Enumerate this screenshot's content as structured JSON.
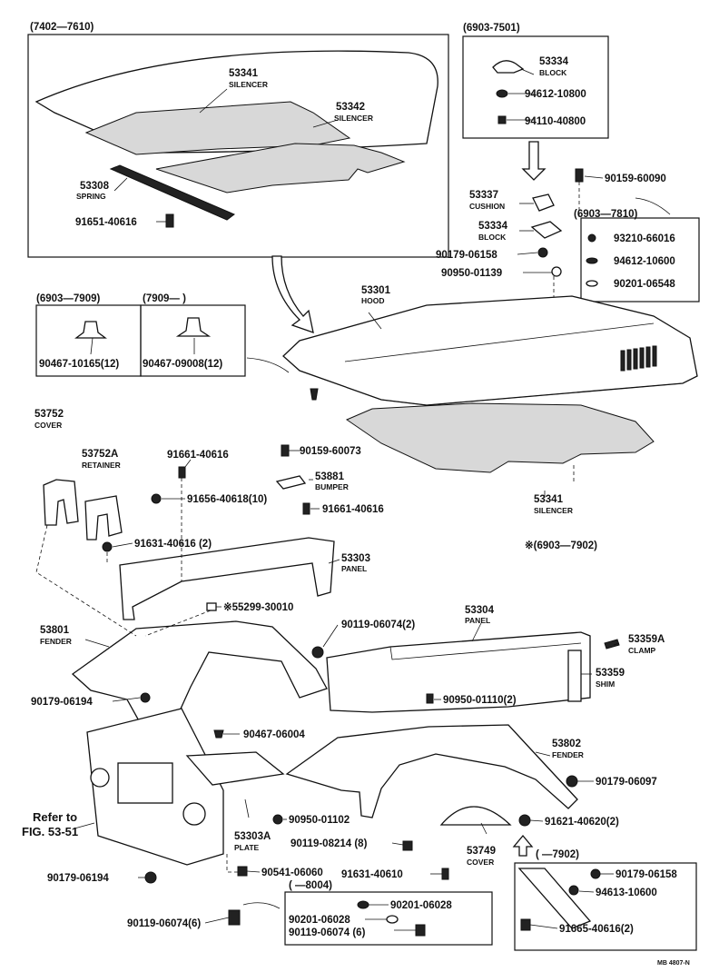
{
  "callouts": [
    {
      "id": "c53341a",
      "pn": "53341",
      "name": "SILENCER"
    },
    {
      "id": "c53342",
      "pn": "53342",
      "name": "SILENCER"
    },
    {
      "id": "c53308",
      "pn": "53308",
      "name": "SPRING"
    },
    {
      "id": "c9165140616",
      "pn": "91651-40616",
      "name": ""
    },
    {
      "id": "c53334a",
      "pn": "53334",
      "name": "BLOCK"
    },
    {
      "id": "c9461210800",
      "pn": "94612-10800",
      "name": ""
    },
    {
      "id": "c9411040800",
      "pn": "94110-40800",
      "name": ""
    },
    {
      "id": "c9015960090",
      "pn": "90159-60090",
      "name": ""
    },
    {
      "id": "c53337",
      "pn": "53337",
      "name": "CUSHION"
    },
    {
      "id": "c53334b",
      "pn": "53334",
      "name": "BLOCK"
    },
    {
      "id": "c9321066016",
      "pn": "93210-66016",
      "name": ""
    },
    {
      "id": "c9017906158a",
      "pn": "90179-06158",
      "name": ""
    },
    {
      "id": "c9461210600",
      "pn": "94612-10600",
      "name": ""
    },
    {
      "id": "c9095001139",
      "pn": "90950-01139",
      "name": ""
    },
    {
      "id": "c9020106548",
      "pn": "90201-06548",
      "name": ""
    },
    {
      "id": "c53301",
      "pn": "53301",
      "name": "HOOD"
    },
    {
      "id": "c9046710165",
      "pn": "90467-10165(12)",
      "name": ""
    },
    {
      "id": "c9046709008",
      "pn": "90467-09008(12)",
      "name": ""
    },
    {
      "id": "c53752",
      "pn": "53752",
      "name": "COVER"
    },
    {
      "id": "c53752a",
      "pn": "53752A",
      "name": "RETAINER"
    },
    {
      "id": "c9166140616a",
      "pn": "91661-40616",
      "name": ""
    },
    {
      "id": "c9015960073",
      "pn": "90159-60073",
      "name": ""
    },
    {
      "id": "c53881",
      "pn": "53881",
      "name": "BUMPER"
    },
    {
      "id": "c9165640618",
      "pn": "91656-40618(10)",
      "name": ""
    },
    {
      "id": "c9166140616b",
      "pn": "91661-40616",
      "name": ""
    },
    {
      "id": "c53341b",
      "pn": "53341",
      "name": "SILENCER"
    },
    {
      "id": "c9163140616",
      "pn": "91631-40616 (2)",
      "name": ""
    },
    {
      "id": "c53303",
      "pn": "53303",
      "name": "PANEL"
    },
    {
      "id": "c5529930010",
      "pn": "※55299-30010",
      "name": ""
    },
    {
      "id": "c53304",
      "pn": "53304",
      "name": "PANEL"
    },
    {
      "id": "c53801",
      "pn": "53801",
      "name": "FENDER"
    },
    {
      "id": "c9011906074a",
      "pn": "90119-06074(2)",
      "name": ""
    },
    {
      "id": "c53359a",
      "pn": "53359A",
      "name": "CLAMP"
    },
    {
      "id": "c53359",
      "pn": "53359",
      "name": "SHIM"
    },
    {
      "id": "c9017906194a",
      "pn": "90179-06194",
      "name": ""
    },
    {
      "id": "c9095001110",
      "pn": "90950-01110(2)",
      "name": ""
    },
    {
      "id": "c9046706004",
      "pn": "90467-06004",
      "name": ""
    },
    {
      "id": "c53802",
      "pn": "53802",
      "name": "FENDER"
    },
    {
      "id": "c9017906097",
      "pn": "90179-06097",
      "name": ""
    },
    {
      "id": "c9095001102",
      "pn": "90950-01102",
      "name": ""
    },
    {
      "id": "c53303a",
      "pn": "53303A",
      "name": "PLATE"
    },
    {
      "id": "c9011908214",
      "pn": "90119-08214 (8)",
      "name": ""
    },
    {
      "id": "c53749",
      "pn": "53749",
      "name": "COVER"
    },
    {
      "id": "c9162140620",
      "pn": "91621-40620(2)",
      "name": ""
    },
    {
      "id": "c9017906194b",
      "pn": "90179-06194",
      "name": ""
    },
    {
      "id": "c9054106060",
      "pn": "90541-06060",
      "name": ""
    },
    {
      "id": "c9163140610",
      "pn": "91631-40610",
      "name": ""
    },
    {
      "id": "c9020106028a",
      "pn": "90201-06028",
      "name": ""
    },
    {
      "id": "c9020106028b",
      "pn": "90201-06028",
      "name": ""
    },
    {
      "id": "c9011906074b",
      "pn": "90119-06074(6)",
      "name": ""
    },
    {
      "id": "c9011906074c",
      "pn": "90119-06074 (6)",
      "name": ""
    },
    {
      "id": "c9017906158b",
      "pn": "90179-06158",
      "name": ""
    },
    {
      "id": "c9461310600",
      "pn": "94613-10600",
      "name": ""
    },
    {
      "id": "c9166540616",
      "pn": "91665-40616(2)",
      "name": ""
    }
  ],
  "ranges": {
    "r1": "(7402—7610)",
    "r2": "(6903-7501)",
    "r3": "(6903—7810)",
    "r4": "(6903—7909)",
    "r5": "(7909—        )",
    "r6": "※(6903—7902)",
    "r7": "(        —7902)",
    "r8": "(        —8004)"
  },
  "refer": {
    "line1": "Refer to",
    "line2": "FIG. 53-51"
  },
  "footer_code": "MB 4807-N"
}
